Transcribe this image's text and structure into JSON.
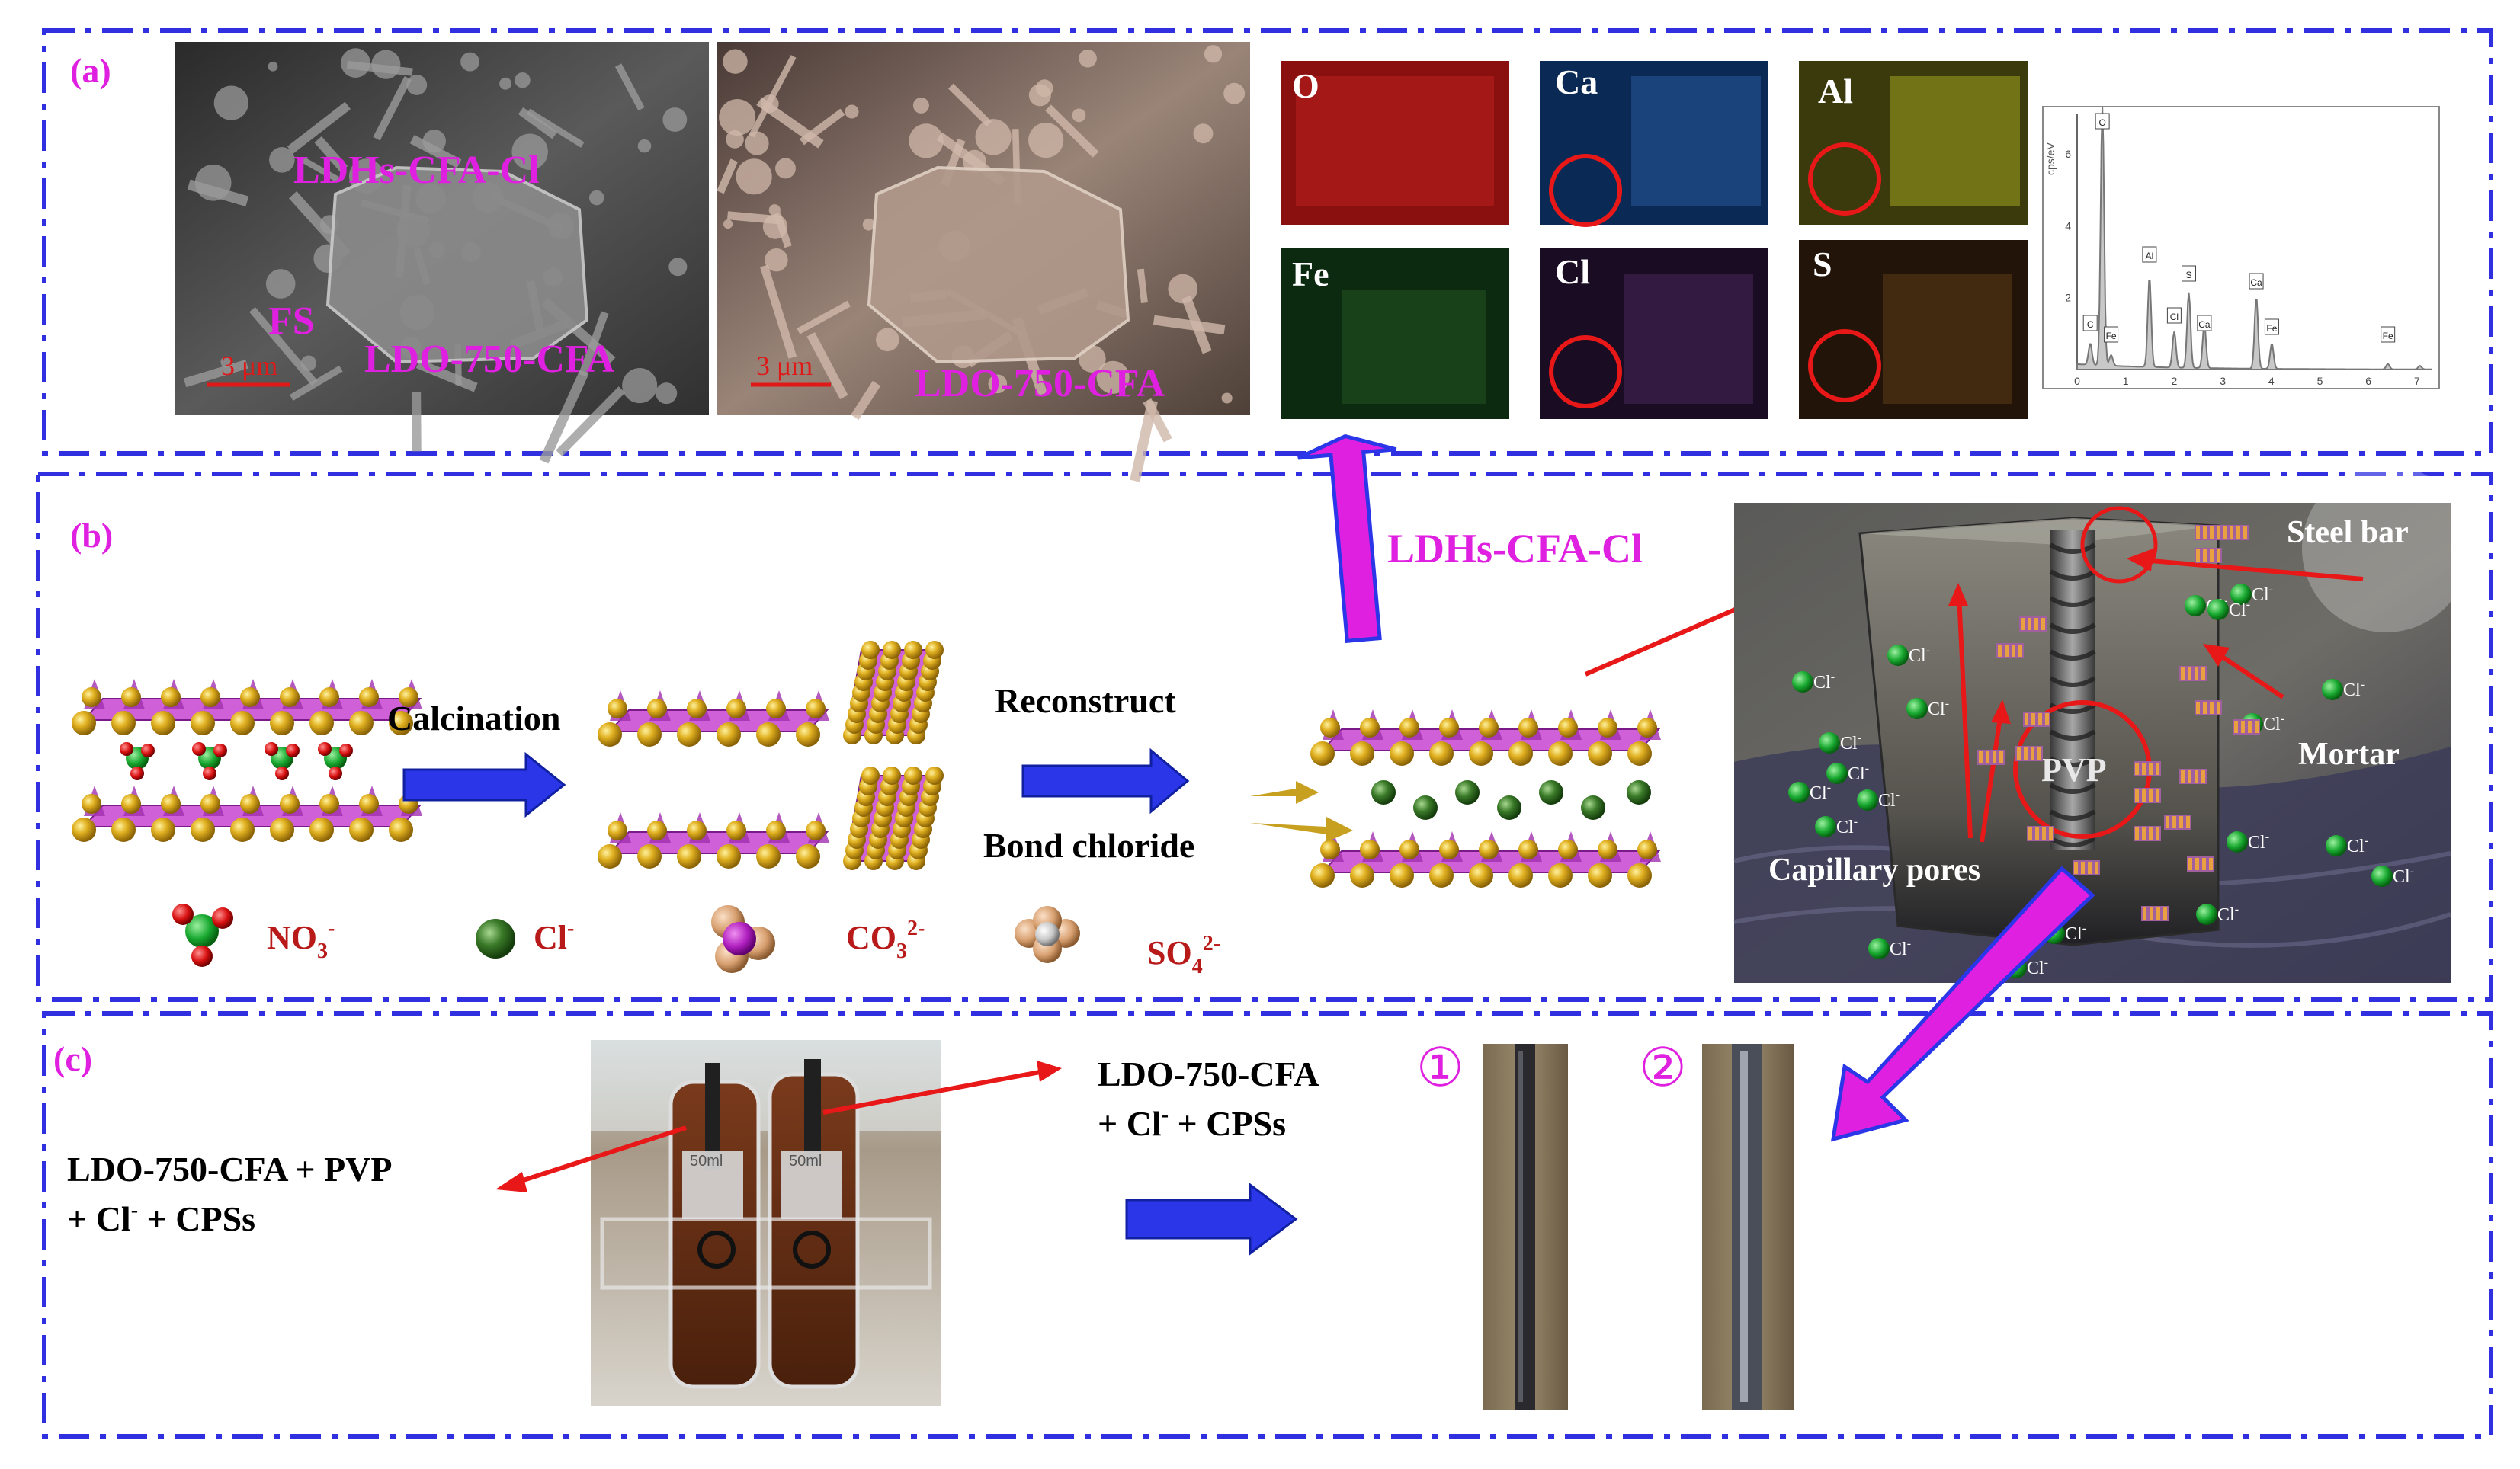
{
  "panel_a": {
    "label": "(a)",
    "sem1": {
      "label_main": "LDHs-CFA-Cl",
      "label_fs": "FS",
      "label_ldo": "LDO-750-CFA",
      "scale": "3 μm"
    },
    "sem2": {
      "label_ldo": "LDO-750-CFA",
      "scale": "3 μm"
    },
    "eds_maps": [
      {
        "element": "O",
        "color": "#b01818"
      },
      {
        "element": "Ca",
        "color": "#1f4f8a"
      },
      {
        "element": "Al",
        "color": "#8a8a1c"
      },
      {
        "element": "Fe",
        "color": "#1e4a1e"
      },
      {
        "element": "Cl",
        "color": "#3a1e4a"
      },
      {
        "element": "S",
        "color": "#4a3012"
      }
    ],
    "spectrum": {
      "peaks": [
        "C",
        "O",
        "Fe",
        "Al",
        "Cl",
        "S",
        "Ca",
        "Ca",
        "Fe",
        "Fe"
      ],
      "axis_label": "cps/eV",
      "x_ticks": [
        "0",
        "1",
        "2",
        "3",
        "4",
        "5",
        "6",
        "7"
      ],
      "y_ticks": [
        "2",
        "4",
        "6"
      ]
    }
  },
  "panel_b": {
    "label": "(b)",
    "steps": {
      "calcination": "Calcination",
      "reconstruct": "Reconstruct",
      "bond": "Bond chloride"
    },
    "ions": [
      {
        "name": "NO3",
        "sup": "-",
        "sub": "3",
        "base": "NO"
      },
      {
        "name": "Cl",
        "sup": "-",
        "sub": "",
        "base": "Cl"
      },
      {
        "name": "CO3",
        "sup": "2-",
        "sub": "3",
        "base": "CO"
      },
      {
        "name": "SO4",
        "sup": "2-",
        "sub": "4",
        "base": "SO"
      }
    ],
    "ldhs_label": "LDHs-CFA-Cl",
    "mortar_scene": {
      "steel_bar": "Steel bar",
      "mortar": "Mortar",
      "pvp": "PVP",
      "capillary": "Capillary pores",
      "cl_marker": "Cl",
      "cl_sup": "-"
    }
  },
  "panel_c": {
    "label": "(c)",
    "left_text_line1": "LDO-750-CFA + PVP",
    "left_text_line2_a": "+ Cl",
    "left_text_line2_sup": "-",
    "left_text_line2_b": " + CPSs",
    "right_text_line1": "LDO-750-CFA",
    "right_text_line2_a": "+ Cl",
    "right_text_line2_sup": "-",
    "right_text_line2_b": " + CPSs",
    "sample1": "①",
    "sample2": "②",
    "tube_mark": "50ml"
  },
  "colors": {
    "frame": "#3030e0",
    "magenta": "#e020e0",
    "arrow_red": "#e81818",
    "arrow_blue": "#2a36e8",
    "ion_red": "#b81a1a"
  }
}
